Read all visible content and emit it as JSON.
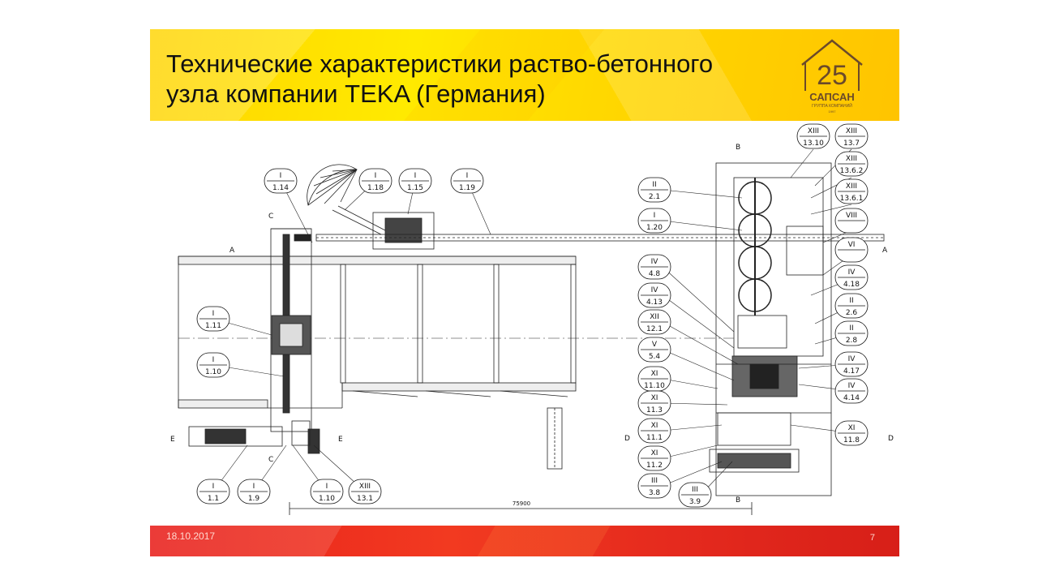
{
  "slide": {
    "title_line1": "Технические характеристики раство-бетонного",
    "title_line2": "узла компании TEKA (Германия)",
    "date": "18.10.2017",
    "page_number": "7"
  },
  "logo": {
    "number": "25",
    "name": "САПСАН",
    "subtitle": "ГРУППА КОМПАНИЙ",
    "tagline": "1997",
    "icon": "house-logo-icon"
  },
  "drawing": {
    "dimension": "75900",
    "section_marks": [
      "A",
      "A",
      "C",
      "C",
      "E",
      "E",
      "B",
      "B",
      "D",
      "D"
    ],
    "labels_left": [
      {
        "top": "I",
        "bottom": "1.14"
      },
      {
        "top": "I",
        "bottom": "1.18"
      },
      {
        "top": "I",
        "bottom": "1.15"
      },
      {
        "top": "I",
        "bottom": "1.19"
      },
      {
        "top": "I",
        "bottom": "1.11"
      },
      {
        "top": "I",
        "bottom": "1.10"
      },
      {
        "top": "I",
        "bottom": "1.1"
      },
      {
        "top": "I",
        "bottom": "1.9"
      },
      {
        "top": "I",
        "bottom": "1.10"
      },
      {
        "top": "XIII",
        "bottom": "13.1"
      }
    ],
    "labels_right_left": [
      {
        "top": "II",
        "bottom": "2.1"
      },
      {
        "top": "I",
        "bottom": "1.20"
      },
      {
        "top": "IV",
        "bottom": "4.8"
      },
      {
        "top": "IV",
        "bottom": "4.13"
      },
      {
        "top": "XII",
        "bottom": "12.1"
      },
      {
        "top": "V",
        "bottom": "5.4"
      },
      {
        "top": "XI",
        "bottom": "11.10"
      },
      {
        "top": "XI",
        "bottom": "11.3"
      },
      {
        "top": "XI",
        "bottom": "11.1"
      },
      {
        "top": "XI",
        "bottom": "11.2"
      },
      {
        "top": "III",
        "bottom": "3.8"
      },
      {
        "top": "III",
        "bottom": "3.9"
      }
    ],
    "labels_right_right": [
      {
        "top": "XIII",
        "bottom": "13.10"
      },
      {
        "top": "XIII",
        "bottom": "13.7"
      },
      {
        "top": "XIII",
        "bottom": "13.6.2"
      },
      {
        "top": "XIII",
        "bottom": "13.6.1"
      },
      {
        "top": "VIII",
        "bottom": ""
      },
      {
        "top": "VI",
        "bottom": ""
      },
      {
        "top": "IV",
        "bottom": "4.18"
      },
      {
        "top": "II",
        "bottom": "2.6"
      },
      {
        "top": "II",
        "bottom": "2.8"
      },
      {
        "top": "IV",
        "bottom": "4.17"
      },
      {
        "top": "IV",
        "bottom": "4.14"
      },
      {
        "top": "XI",
        "bottom": "11.8"
      }
    ]
  }
}
